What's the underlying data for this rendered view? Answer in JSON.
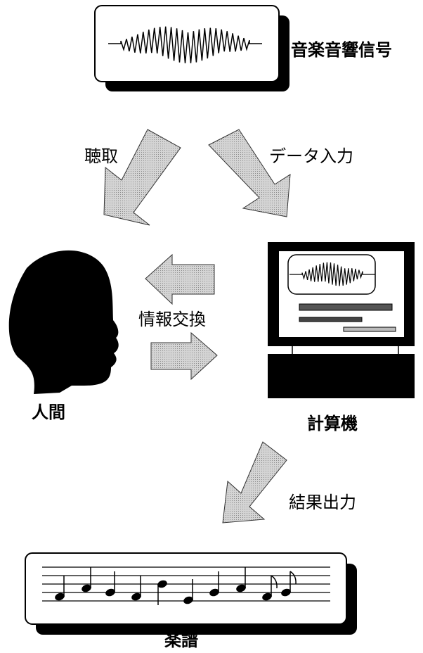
{
  "labels": {
    "signal": "音楽音響信号",
    "listen": "聴取",
    "data_input": "データ入力",
    "exchange": "情報交換",
    "human": "人間",
    "computer": "計算機",
    "result_output": "結果出力",
    "score": "楽譜"
  },
  "colors": {
    "arrow_fill": "#c8c8c8",
    "ink": "#000000",
    "card": "#ffffff",
    "shadow": "#000000",
    "screen_bar_dark": "#555555",
    "screen_bar_light": "#bbbbbb"
  },
  "icons": [
    "waveform-icon",
    "head-silhouette-icon",
    "computer-monitor-icon",
    "music-staff-icon"
  ]
}
